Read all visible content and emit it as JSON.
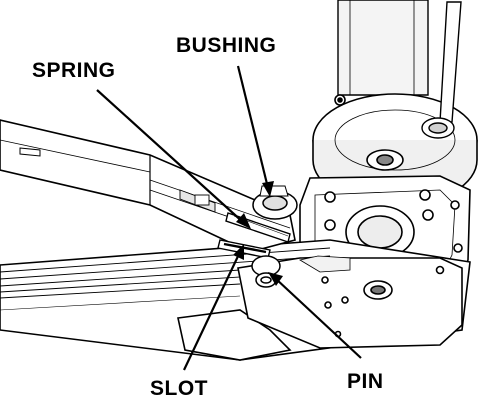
{
  "labels": {
    "bushing": "BUSHING",
    "spring": "SPRING",
    "slot": "SLOT",
    "pin": "PIN"
  },
  "colors": {
    "line": "#000000",
    "fill": "#ffffff",
    "shade": "#e6e6e6",
    "dark": "#4a4a4a"
  }
}
